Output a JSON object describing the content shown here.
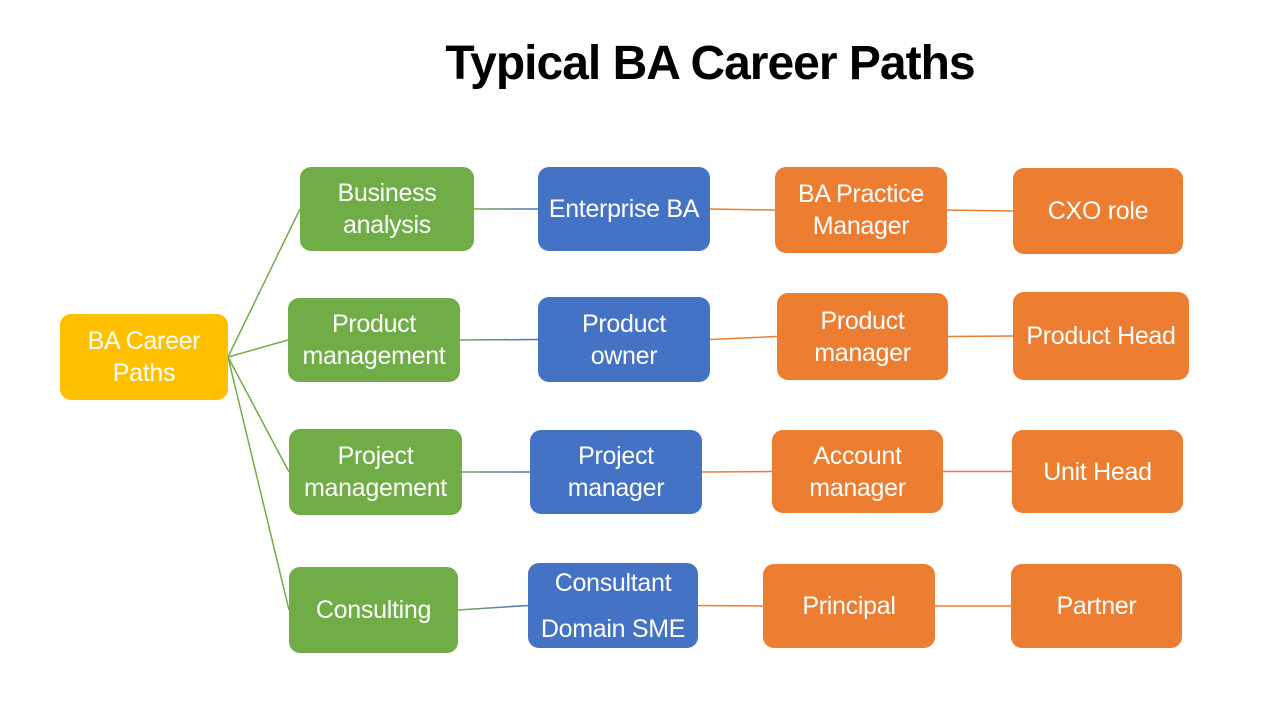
{
  "title": "Typical BA Career Paths",
  "diagram": {
    "root": {
      "label": "BA Career\nPaths"
    },
    "rows": [
      {
        "nodes": [
          {
            "label": "Business\nanalysis"
          },
          {
            "label": "Enterprise BA"
          },
          {
            "label": "BA Practice\nManager"
          },
          {
            "label": "CXO role"
          }
        ]
      },
      {
        "nodes": [
          {
            "label": "Product\nmanagement"
          },
          {
            "label": "Product\nowner"
          },
          {
            "label": "Product\nmanager"
          },
          {
            "label": "Product Head"
          }
        ]
      },
      {
        "nodes": [
          {
            "label": "Project\nmanagement"
          },
          {
            "label": "Project\nmanager"
          },
          {
            "label": "Account\nmanager"
          },
          {
            "label": "Unit Head"
          }
        ]
      },
      {
        "nodes": [
          {
            "label": "Consulting"
          },
          {
            "label": "Consultant\nDomain SME"
          },
          {
            "label": "Principal"
          },
          {
            "label": "Partner"
          }
        ]
      }
    ]
  },
  "colors": {
    "background": "#FFFFFF",
    "title_text": "#000000",
    "node_text": "#FFFFFF",
    "root_fill": "#FFC000",
    "level1_fill": "#70AD47",
    "level2_fill": "#4472C4",
    "level3_fill": "#ED7D31",
    "connector_green": "#70AD47",
    "connector_blue": "#4472C4",
    "connector_orange": "#ED7D31"
  }
}
